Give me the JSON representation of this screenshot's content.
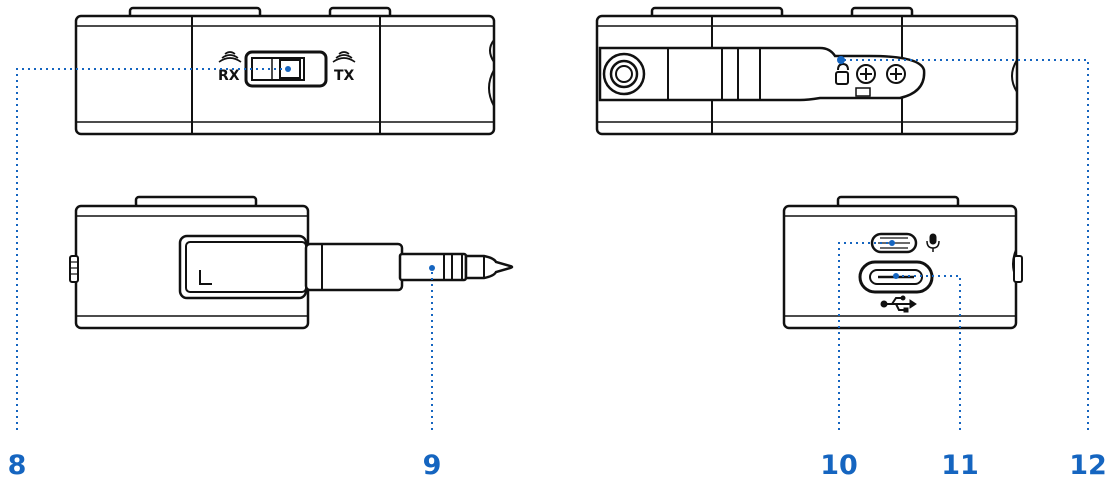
{
  "colors": {
    "accent": "#1565c0",
    "outline": "#111111"
  },
  "switch": {
    "left_label": "RX",
    "right_label": "TX"
  },
  "icons": [
    "wireless-signal-icon",
    "microphone-icon",
    "usb-icon",
    "screw-icon"
  ],
  "callouts": [
    {
      "number": "8",
      "target": "rx-tx-switch"
    },
    {
      "number": "9",
      "target": "3.5mm-jack-plug"
    },
    {
      "number": "10",
      "target": "mic-hole"
    },
    {
      "number": "11",
      "target": "usb-c-port"
    },
    {
      "number": "12",
      "target": "status-led"
    }
  ]
}
